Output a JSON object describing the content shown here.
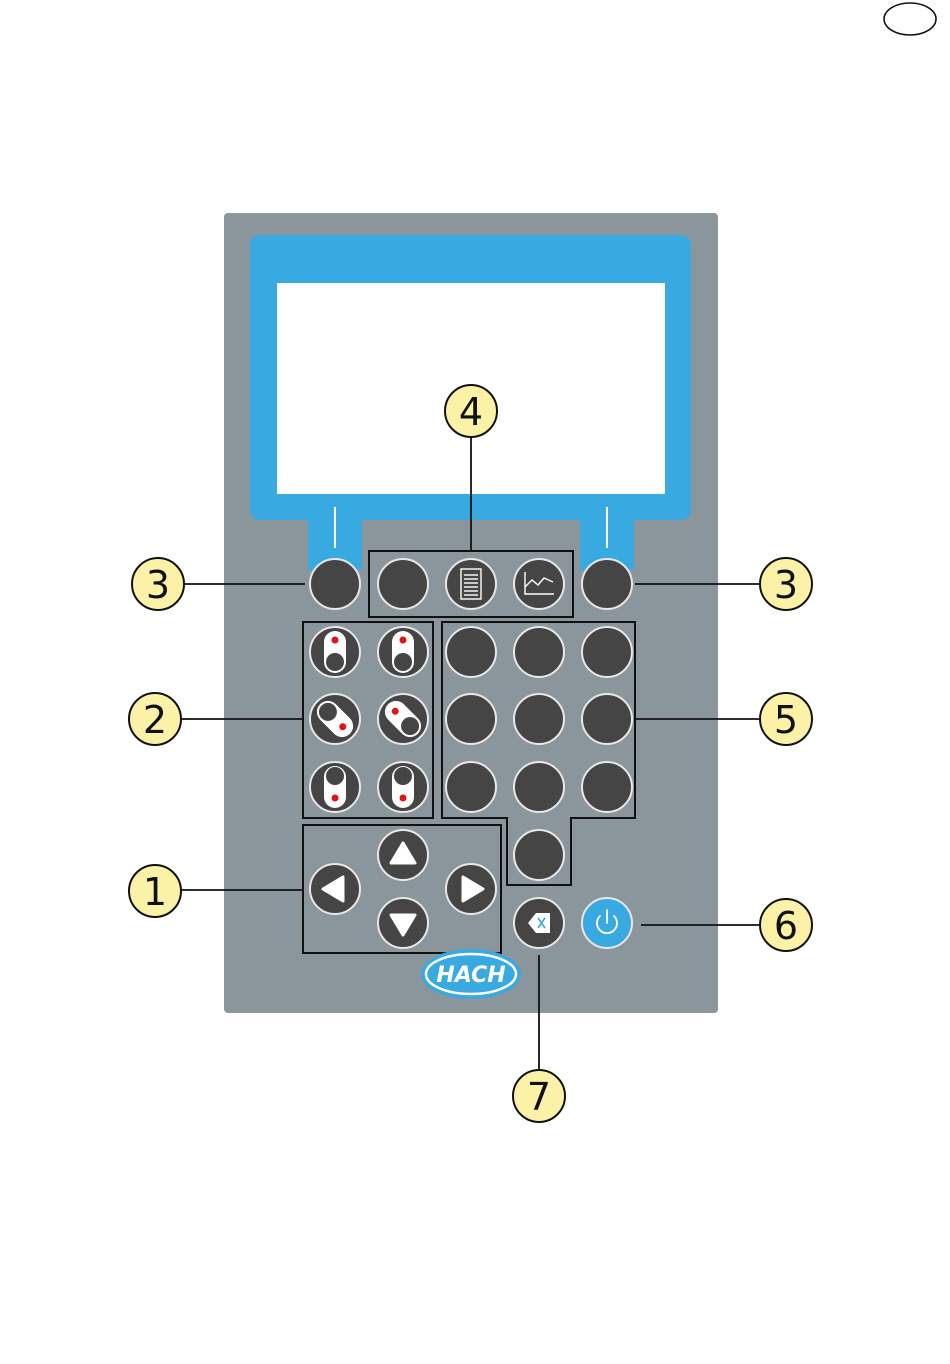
{
  "callouts": {
    "nav": "1",
    "reading_keys": "2",
    "softkey_left": "3",
    "softkey_right": "3",
    "menu_keys": "4",
    "numeric_keypad": "5",
    "power": "6",
    "backspace": "7"
  },
  "logo": {
    "text": "HACH"
  },
  "colors": {
    "panel": "#8a959c",
    "display_frame": "#39a9e1",
    "key": "#454545",
    "callout_fill": "#fbf2a8",
    "indicator": "#e0131a"
  }
}
